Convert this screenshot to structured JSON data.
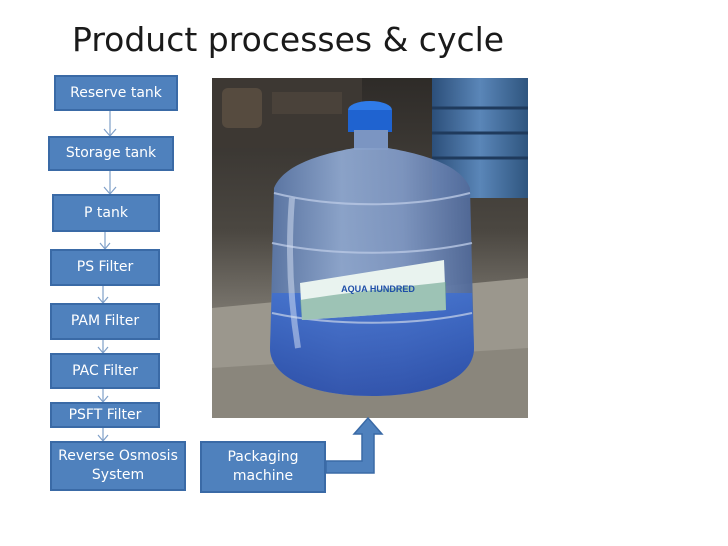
{
  "slide": {
    "title": "Product processes & cycle"
  },
  "diagram": {
    "steps": [
      {
        "label": "Reserve tank"
      },
      {
        "label": "Storage tank"
      },
      {
        "label": "P tank"
      },
      {
        "label": "PS Filter"
      },
      {
        "label": "PAM Filter"
      },
      {
        "label": "PAC Filter"
      },
      {
        "label": "PSFT Filter"
      },
      {
        "label": "Reverse Osmosis System"
      }
    ],
    "packaging": {
      "label": "Packaging machine"
    },
    "photo": {
      "bottle_label": "AQUA HUNDRED"
    },
    "colors": {
      "box_fill": "#4f81bd",
      "box_border": "#3a6aa6",
      "connector": "#7f9fc8",
      "up_arrow_fill": "#4f81bd"
    }
  }
}
